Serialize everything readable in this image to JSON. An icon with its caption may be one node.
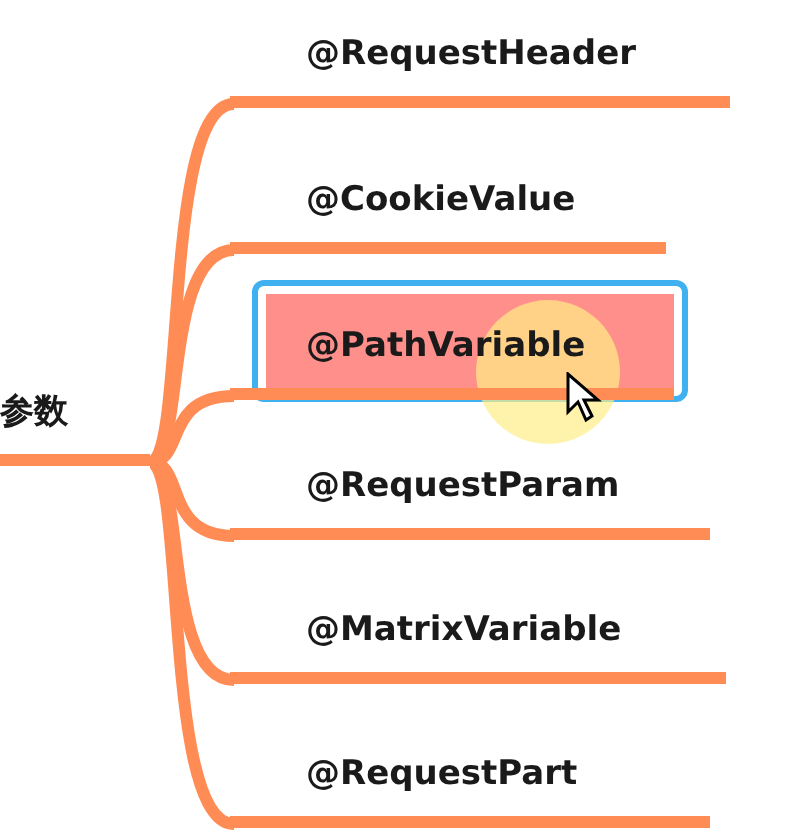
{
  "diagram": {
    "nodes": [
      {
        "text": [
          "参数"
        ]
      },
      {
        "text": [
          "@RequestHeader"
        ]
      },
      {
        "text": [
          "@CookieValue"
        ]
      },
      {
        "text": [
          "@PathVariable"
        ]
      },
      {
        "text": [
          "@RequestParam"
        ]
      },
      {
        "text": [
          "@MatrixVariable"
        ]
      },
      {
        "text": [
          "@RequestPart"
        ]
      }
    ],
    "edges": [
      {
        "from": 0,
        "to": 1,
        "arrow": "none"
      },
      {
        "from": 0,
        "to": 2,
        "arrow": "none"
      },
      {
        "from": 0,
        "to": 3,
        "arrow": "none"
      },
      {
        "from": 0,
        "to": 4,
        "arrow": "none"
      },
      {
        "from": 0,
        "to": 5,
        "arrow": "none"
      },
      {
        "from": 0,
        "to": 6,
        "arrow": "none"
      }
    ]
  }
}
